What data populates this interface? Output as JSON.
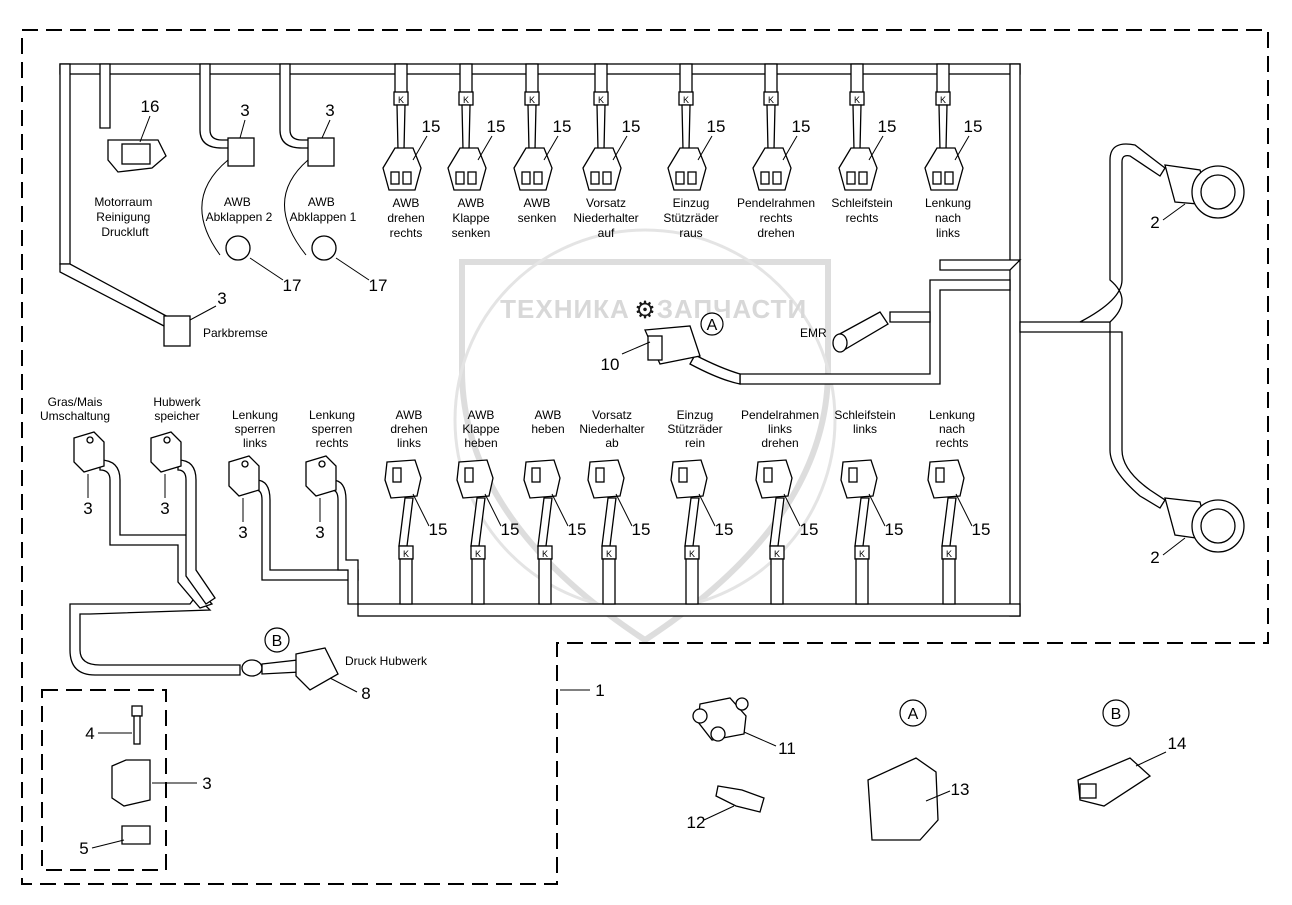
{
  "watermark": {
    "left": "ТЕХНИКА",
    "right": "ЗАПЧАСТИ"
  },
  "connector_tag": "K",
  "top_row": [
    {
      "id": "motorraum",
      "num": "16",
      "lines": [
        "Motorraum",
        "Reinigung",
        "Druckluft"
      ]
    },
    {
      "id": "awb-abklappen-2",
      "num": "3",
      "lines": [
        "AWB",
        "Abklappen 2"
      ]
    },
    {
      "id": "awb-abklappen-1",
      "num": "3",
      "lines": [
        "AWB",
        "Abklappen 1"
      ]
    },
    {
      "id": "awb-drehen-rechts",
      "num": "15",
      "lines": [
        "AWB",
        "drehen",
        "rechts"
      ]
    },
    {
      "id": "awb-klappe-senken",
      "num": "15",
      "lines": [
        "AWB",
        "Klappe",
        "senken"
      ]
    },
    {
      "id": "awb-senken",
      "num": "15",
      "lines": [
        "AWB",
        "senken"
      ]
    },
    {
      "id": "vorsatz-niederhalter-auf",
      "num": "15",
      "lines": [
        "Vorsatz",
        "Niederhalter",
        "auf"
      ]
    },
    {
      "id": "einzug-stuetzraeder-raus",
      "num": "15",
      "lines": [
        "Einzug",
        "Stützräder",
        "raus"
      ]
    },
    {
      "id": "pendelrahmen-rechts-drehen",
      "num": "15",
      "lines": [
        "Pendelrahmen",
        "rechts",
        "drehen"
      ]
    },
    {
      "id": "schleifstein-rechts",
      "num": "15",
      "lines": [
        "Schleifstein",
        "rechts"
      ]
    },
    {
      "id": "lenkung-nach-links",
      "num": "15",
      "lines": [
        "Lenkung",
        "nach",
        "links"
      ]
    }
  ],
  "bottom_row": [
    {
      "id": "gras-mais-umschaltung",
      "num": "3",
      "lines": [
        "Gras/Mais",
        "Umschaltung"
      ]
    },
    {
      "id": "hubwerk-speicher",
      "num": "3",
      "lines": [
        "Hubwerk",
        "speicher"
      ]
    },
    {
      "id": "lenkung-sperren-links",
      "num": "3",
      "lines": [
        "Lenkung",
        "sperren",
        "links"
      ]
    },
    {
      "id": "lenkung-sperren-rechts",
      "num": "3",
      "lines": [
        "Lenkung",
        "sperren",
        "rechts"
      ]
    },
    {
      "id": "awb-drehen-links",
      "num": "15",
      "lines": [
        "AWB",
        "drehen",
        "links"
      ]
    },
    {
      "id": "awb-klappe-heben",
      "num": "15",
      "lines": [
        "AWB",
        "Klappe",
        "heben"
      ]
    },
    {
      "id": "awb-heben",
      "num": "15",
      "lines": [
        "AWB",
        "heben"
      ]
    },
    {
      "id": "vorsatz-niederhalter-ab",
      "num": "15",
      "lines": [
        "Vorsatz",
        "Niederhalter",
        "ab"
      ]
    },
    {
      "id": "einzug-stuetzraeder-rein",
      "num": "15",
      "lines": [
        "Einzug",
        "Stützräder",
        "rein"
      ]
    },
    {
      "id": "pendelrahmen-links-drehen",
      "num": "15",
      "lines": [
        "Pendelrahmen",
        "links",
        "drehen"
      ]
    },
    {
      "id": "schleifstein-links",
      "num": "15",
      "lines": [
        "Schleifstein",
        "links"
      ]
    },
    {
      "id": "lenkung-nach-rechts",
      "num": "15",
      "lines": [
        "Lenkung",
        "nach",
        "rechts"
      ]
    }
  ],
  "callouts": {
    "c17a": "17",
    "c17b": "17",
    "parkbremse_num": "3",
    "parkbremse": "Parkbremse",
    "emr": "EMR",
    "ref_a": "A",
    "c10": "10",
    "ref_b": "B",
    "druck_hubwerk": "Druck Hubwerk",
    "c8": "8",
    "plug_top": "2",
    "plug_bottom": "2",
    "harness": "1",
    "c4": "4",
    "c3_detail": "3",
    "c5": "5",
    "c11": "11",
    "c12": "12",
    "detail_a": "A",
    "c13": "13",
    "detail_b": "B",
    "c14": "14"
  }
}
